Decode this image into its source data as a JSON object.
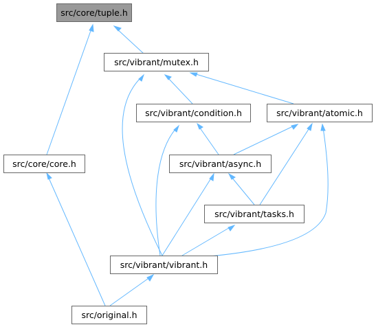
{
  "nodes": {
    "tuple": "src/core/tuple.h",
    "mutex": "src/vibrant/mutex.h",
    "core": "src/core/core.h",
    "condition": "src/vibrant/condition.h",
    "atomic": "src/vibrant/atomic.h",
    "async": "src/vibrant/async.h",
    "tasks": "src/vibrant/tasks.h",
    "vibrant": "src/vibrant/vibrant.h",
    "original": "src/original.h"
  },
  "colors": {
    "edge": "#63b8ff",
    "root_fill": "#999999",
    "node_border": "#666666"
  }
}
